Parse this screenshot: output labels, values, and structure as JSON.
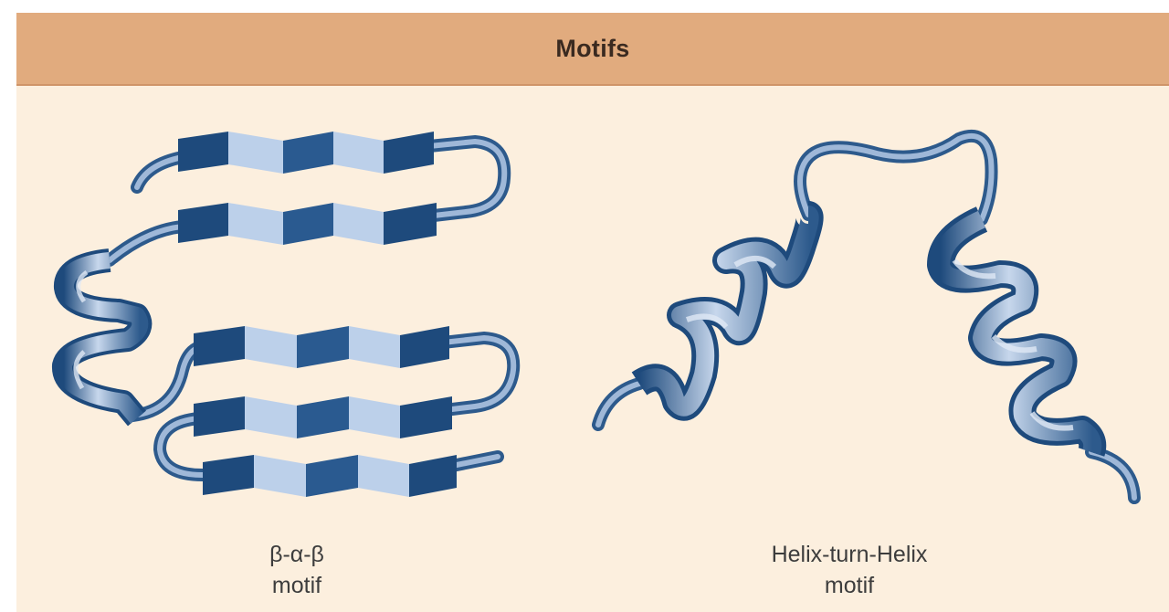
{
  "header": {
    "title": "Motifs"
  },
  "motifs": [
    {
      "id": "beta-alpha-beta",
      "label_line1": "β-α-β",
      "label_line2": "motif"
    },
    {
      "id": "helix-turn-helix",
      "label_line1": "Helix-turn-Helix",
      "label_line2": "motif"
    }
  ],
  "colors": {
    "panel_background": "#fcefde",
    "header_background": "#e1ab7e",
    "ribbon_dark": "#1e4a7c",
    "ribbon_mid": "#5f86b5",
    "ribbon_light": "#c7d7ec"
  }
}
